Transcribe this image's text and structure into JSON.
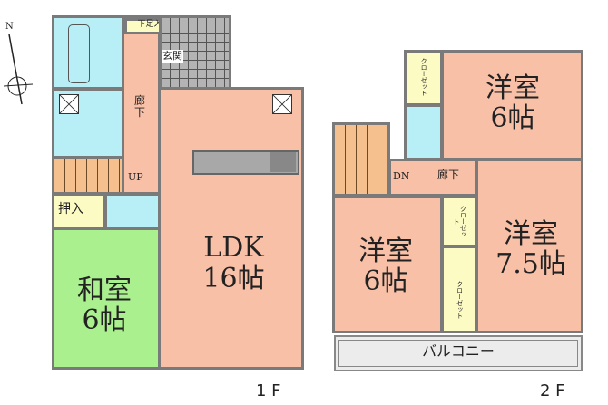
{
  "floor1": {
    "label": "1 F",
    "rooms": {
      "shoe_closet": "下足入",
      "entrance": "玄関",
      "hallway": "廊下",
      "stairs": "UP",
      "closet": "押入",
      "ldk_name": "LDK",
      "ldk_size": "16帖",
      "washitsu_name": "和室",
      "washitsu_size": "6帖"
    }
  },
  "floor2": {
    "label": "2 F",
    "rooms": {
      "room1_name": "洋室",
      "room1_size": "6帖",
      "room2_name": "洋室",
      "room2_size": "6帖",
      "room3_name": "洋室",
      "room3_size": "7.5帖",
      "hallway": "廊下",
      "stairs": "DN",
      "closet": "クローゼット",
      "balcony": "バルコニー"
    }
  },
  "compass": {
    "north": "N"
  },
  "colors": {
    "western_room": "#f9c0a8",
    "wet_area": "#b8eef6",
    "storage": "#fdfbc4",
    "japanese_room": "#aaf08e",
    "stairs": "#f6bf8e"
  }
}
